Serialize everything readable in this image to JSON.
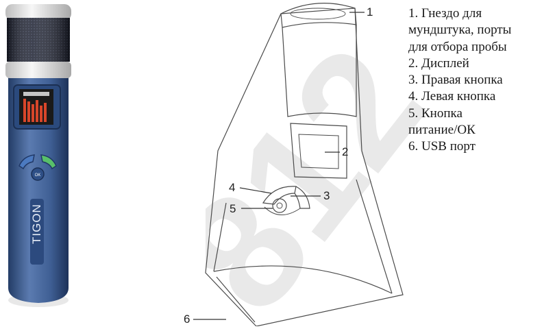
{
  "photo": {
    "brand": "TIGON",
    "colors": {
      "body": "#3f5f94",
      "body_dark": "#243d68",
      "grille": "#1e2230",
      "cap": "#e9e9e9",
      "screen": "#d8462a",
      "button": "#4c7ac0"
    }
  },
  "callouts": [
    "1",
    "2",
    "3",
    "4",
    "5",
    "6"
  ],
  "legend": {
    "items": [
      "1. Гнездо для",
      "мундштука, порты",
      "для отбора пробы",
      "2.  Дисплей",
      "3.  Правая кнопка",
      "4.  Левая кнопка",
      "5. Кнопка",
      "питание/ОК",
      "6. USB порт"
    ]
  },
  "watermark": {
    "text": "812",
    "color": "#e6e6e6"
  },
  "line_color": "#4a4a4a"
}
